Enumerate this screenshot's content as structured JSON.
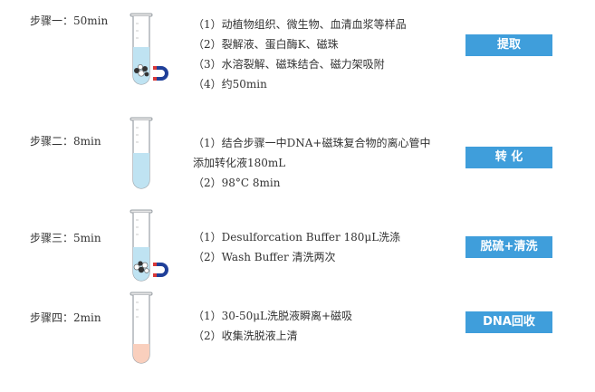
{
  "steps": [
    {
      "label": "步骤一：50min",
      "lines": [
        "（1）动植物组织、微生物、血清血浆等样品",
        "（2）裂解液、蛋白酶K、磁珠",
        "（3）水溶裂解、磁珠结合、磁力架吸附",
        "（4）约50min"
      ],
      "badge": "提取",
      "liquid_color": "#bfe3f2",
      "icons": [
        "magnetic-beads",
        "magnet"
      ]
    },
    {
      "label": "步骤二：8min",
      "lines": [
        "（1）结合步骤一中DNA+磁珠复合物的离心管中",
        "添加转化液180mL",
        "（2）98°C 8min"
      ],
      "badge": "转 化",
      "liquid_color": "#bfe3f2",
      "icons": []
    },
    {
      "label": "步骤三：5min",
      "lines": [
        "（1）Desulforcation Buffer 180μL洗涤",
        "（2）Wash Buffer 清洗两次"
      ],
      "badge": "脱硫+清洗",
      "liquid_color": "#bfe3f2",
      "icons": [
        "magnetic-beads",
        "magnet"
      ]
    },
    {
      "label": "步骤四：2min",
      "lines": [
        "（1）30-50μL洗脱液瞬离+磁吸",
        "（2）收集洗脱液上清"
      ],
      "badge": "DNA回收",
      "liquid_color": "#f9cfbd",
      "icons": []
    }
  ],
  "colors": {
    "badge": "#3f9edb",
    "badge_text": "#ffffff",
    "text": "#333333",
    "tube_outline": "#9aa0a6"
  }
}
